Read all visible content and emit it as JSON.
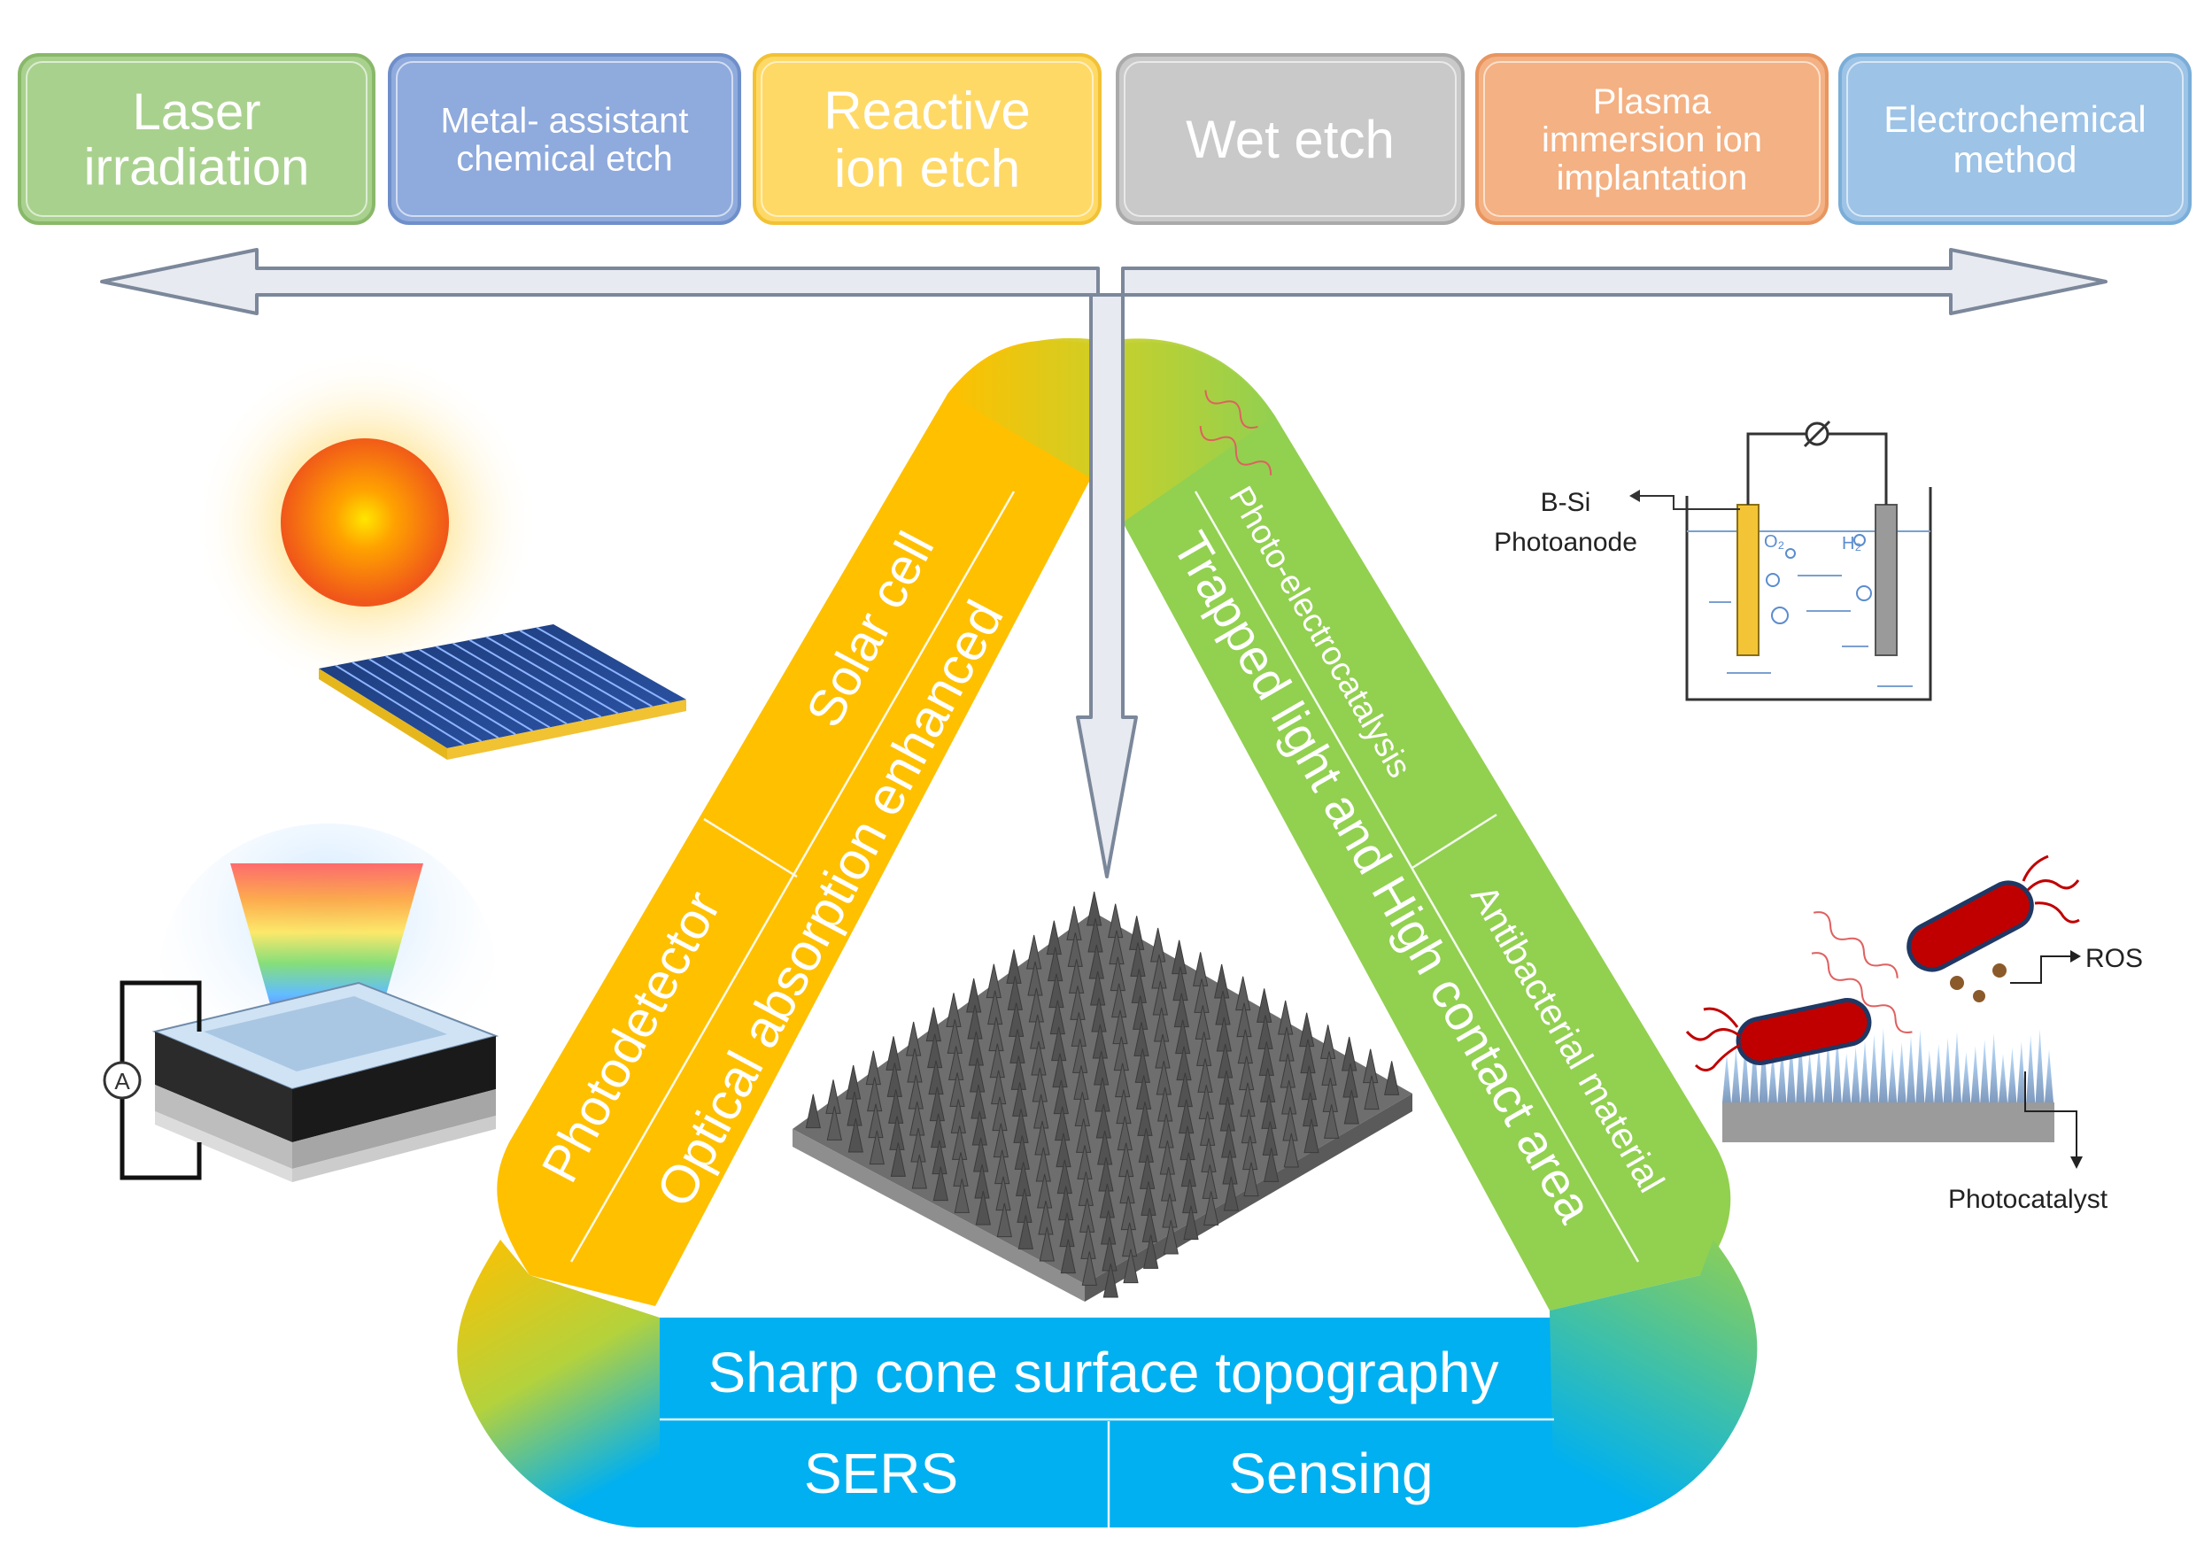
{
  "methods": [
    {
      "lines": [
        "Laser",
        "irradiation"
      ],
      "fill": "#a9d18e",
      "stroke": "#8ab86a"
    },
    {
      "lines": [
        "Metal- assistant",
        "chemical etch"
      ],
      "fill": "#8faadc",
      "stroke": "#6f8fca"
    },
    {
      "lines": [
        "Reactive",
        "ion etch"
      ],
      "fill": "#ffd966",
      "stroke": "#f2c234"
    },
    {
      "lines": [
        "Wet etch"
      ],
      "fill": "#c9c9c9",
      "stroke": "#aaaaaa"
    },
    {
      "lines": [
        "Plasma",
        "immersion ion",
        "implantation"
      ],
      "fill": "#f4b183",
      "stroke": "#e8955f"
    },
    {
      "lines": [
        "Electrochemical",
        "method"
      ],
      "fill": "#9dc3e6",
      "stroke": "#7aaed9"
    }
  ],
  "center_label": "Sharp cone surface topography",
  "left_arm": {
    "color": "#ffc000",
    "labels": [
      "Solar cell",
      "Photodetector",
      "Optical absorption enhanced"
    ]
  },
  "right_arm": {
    "color": "#92d050",
    "labels": [
      "Photo-electrocatalysis",
      "Antibacterial material",
      "Trapped light and High contact area"
    ]
  },
  "bottom_arm": {
    "color": "#00b0f0",
    "labels": [
      "SERS",
      "Sensing"
    ]
  },
  "electrochem_cell": {
    "label_line1": "B-Si",
    "label_line2": "Photoanode",
    "o2": "O₂",
    "h2": "H₂"
  },
  "antibacterial": {
    "ros_label": "ROS",
    "catalyst_label": "Photocatalyst"
  },
  "ammeter_label": "A"
}
